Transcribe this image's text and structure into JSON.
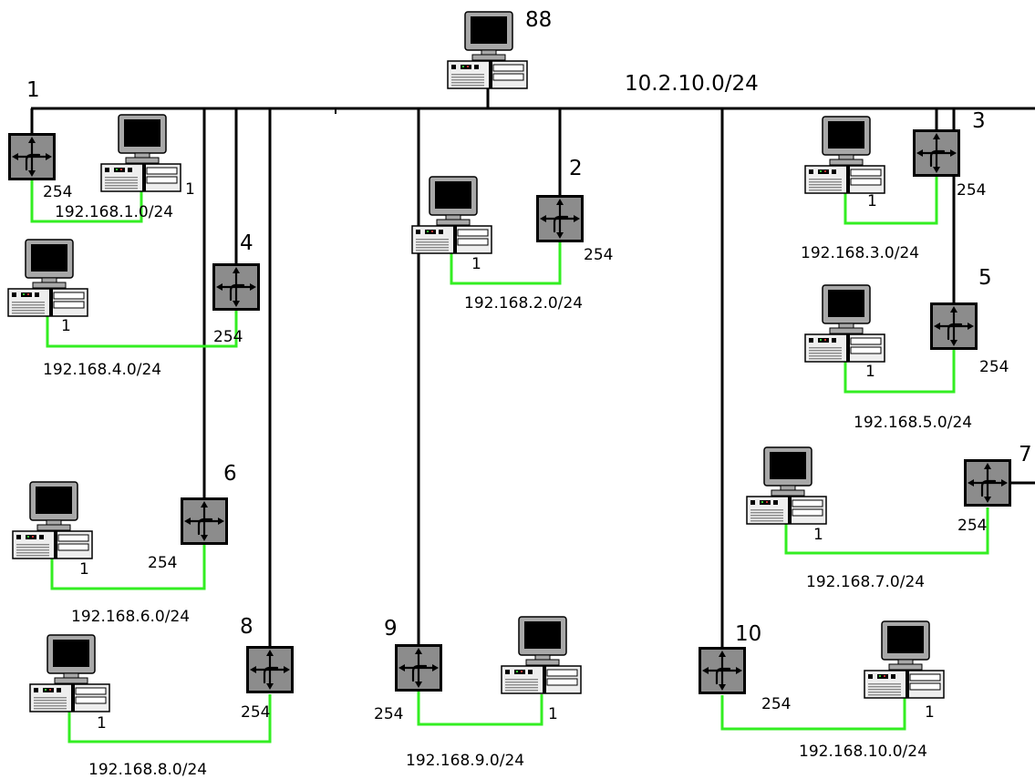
{
  "backbone": {
    "label": "10.2.10.0/24"
  },
  "server": {
    "label": "88"
  },
  "subnets": [
    {
      "router": "1",
      "network": "192.168.1.0/24",
      "router_ip": "254",
      "host_ip": "1"
    },
    {
      "router": "2",
      "network": "192.168.2.0/24",
      "router_ip": "254",
      "host_ip": "1"
    },
    {
      "router": "3",
      "network": "192.168.3.0/24",
      "router_ip": "254",
      "host_ip": "1"
    },
    {
      "router": "4",
      "network": "192.168.4.0/24",
      "router_ip": "254",
      "host_ip": "1"
    },
    {
      "router": "5",
      "network": "192.168.5.0/24",
      "router_ip": "254",
      "host_ip": "1"
    },
    {
      "router": "6",
      "network": "192.168.6.0/24",
      "router_ip": "254",
      "host_ip": "1"
    },
    {
      "router": "7",
      "network": "192.168.7.0/24",
      "router_ip": "254",
      "host_ip": "1"
    },
    {
      "router": "8",
      "network": "192.168.8.0/24",
      "router_ip": "254",
      "host_ip": "1"
    },
    {
      "router": "9",
      "network": "192.168.9.0/24",
      "router_ip": "254",
      "host_ip": "1"
    },
    {
      "router": "10",
      "network": "192.168.10.0/24",
      "router_ip": "254",
      "host_ip": "1"
    }
  ],
  "colors": {
    "backbone": "#000000",
    "lan": "#33ee22",
    "router_fill": "#8c8c8c",
    "monitor_screen": "#000000",
    "case": "#eeeeee"
  },
  "icons": {
    "router": "router-icon",
    "computer": "computer-icon"
  }
}
